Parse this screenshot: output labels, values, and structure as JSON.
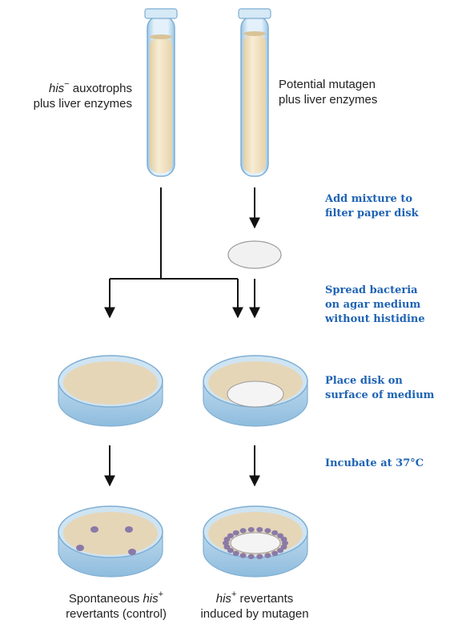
{
  "tubes": {
    "left": {
      "label_italic": "his",
      "label_sup": "−",
      "label_line1_rest": " auxotrophs",
      "label_line2": "plus liver enzymes"
    },
    "right": {
      "label_line1": "Potential mutagen",
      "label_line2": "plus liver enzymes"
    }
  },
  "steps": {
    "step1": {
      "line1": "Add mixture to",
      "line2": "filter paper disk"
    },
    "step2": {
      "line1": "Spread bacteria",
      "line2": "on agar medium",
      "line3": "without histidine"
    },
    "step3": {
      "line1": "Place disk on",
      "line2": "surface of medium"
    },
    "step4": {
      "line1": "Incubate at 37°C"
    }
  },
  "results": {
    "left": {
      "line1_prefix": "Spontaneous ",
      "line1_italic": "his",
      "line1_sup": "+",
      "line2": "revertants (control)"
    },
    "right": {
      "line1_italic": "his",
      "line1_sup": "+",
      "line1_suffix": " revertants",
      "line2": "induced by mutagen"
    }
  },
  "colors": {
    "medium": "#e6d6b8",
    "tube_fill": "#f0e2c2",
    "glass": "#cfe4f2",
    "glass_edge": "#7eaed3",
    "step_text": "#1e63b3",
    "colony": "#8a7aa8",
    "disk": "#f1f1f1",
    "arrow": "#111111"
  }
}
